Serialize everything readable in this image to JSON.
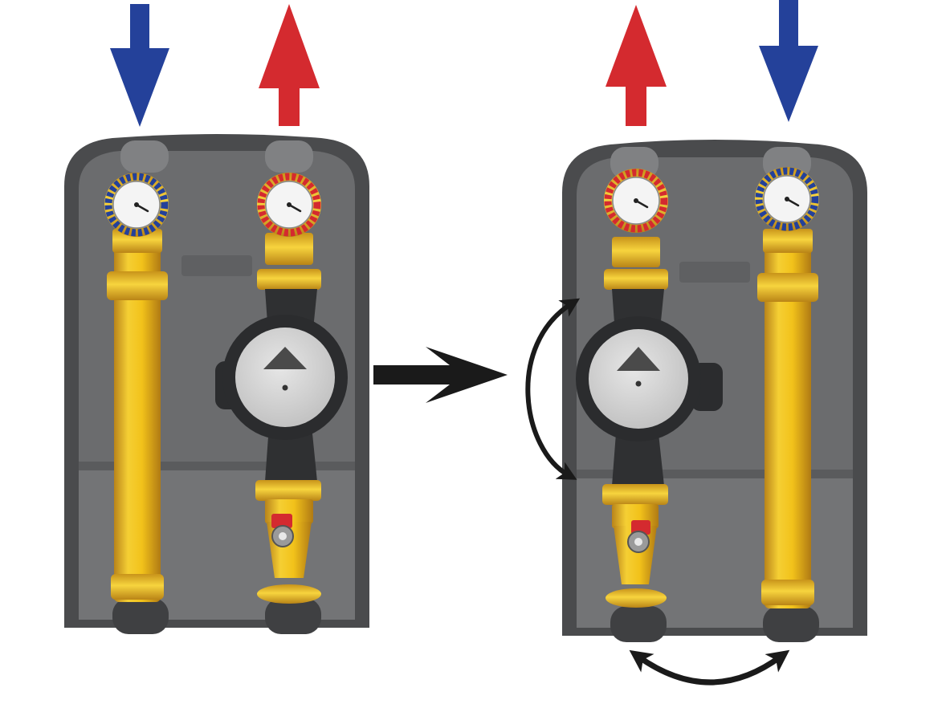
{
  "colors": {
    "cold": "#24419a",
    "hot": "#d42a2f",
    "arrow_black": "#1a1a1a",
    "housing_dark": "#4a4b4d",
    "housing_mid": "#6b6c6e",
    "housing_light": "#7d7e80",
    "brass": "#f2c21a",
    "brass_dark": "#c8931a",
    "pump_face": "#cfcfcf"
  },
  "icons": {
    "flow_in": "down-arrow-icon",
    "flow_out": "up-arrow-icon",
    "transform": "right-arrow-icon",
    "rotate": "curved-double-arrow-icon",
    "swap": "swap-arrow-icon",
    "thermometer": "thermometer-gauge-icon",
    "pump": "pump-icon",
    "valve": "ball-valve-icon"
  },
  "modules": [
    {
      "id": "before",
      "hot_side": "right",
      "cold_side": "left",
      "pump_side": "right"
    },
    {
      "id": "after",
      "hot_side": "left",
      "cold_side": "right",
      "pump_side": "left"
    }
  ]
}
